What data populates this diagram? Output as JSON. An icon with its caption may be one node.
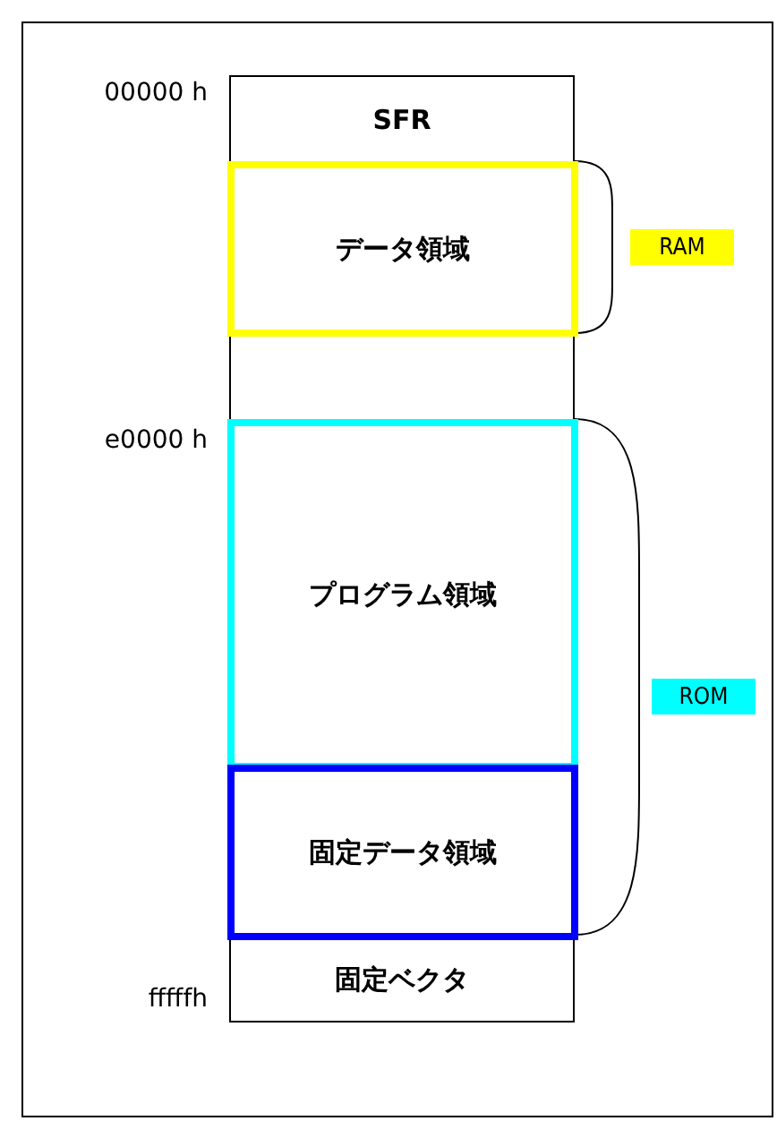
{
  "diagram": {
    "nodes": [
      {
        "text": [],
        "shape": "box"
      },
      {
        "text": [
          "SFR"
        ],
        "in": 0
      },
      {
        "text": [
          "データ領域"
        ],
        "in": 0
      },
      {
        "text": [
          "RAM"
        ]
      },
      {
        "text": [
          "プログラム領域"
        ],
        "in": 0
      },
      {
        "text": [
          "固定データ領域"
        ],
        "in": 0
      },
      {
        "text": [
          "ROM"
        ]
      },
      {
        "text": [
          "固定ベクタ"
        ],
        "in": 0
      }
    ],
    "labels": [
      "00000 h",
      "e0000 h",
      "fffffh"
    ]
  }
}
